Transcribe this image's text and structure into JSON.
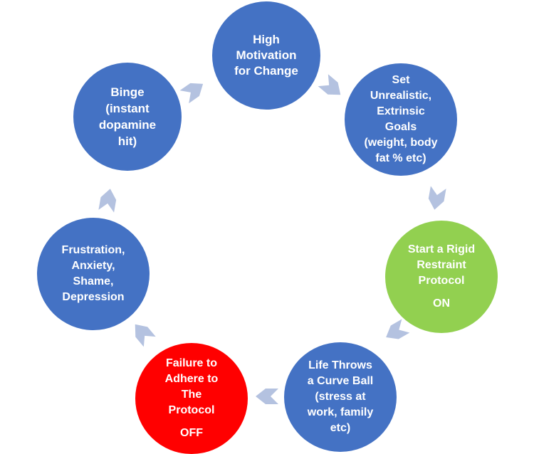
{
  "colors": {
    "blue": "#4472c4",
    "green": "#92d050",
    "red": "#ff0000",
    "arrow": "#b4c2e0",
    "text": "#ffffff"
  },
  "nodes": [
    {
      "id": "high-motivation",
      "label": "High\nMotivation\nfor Change",
      "state": "",
      "color": "blue"
    },
    {
      "id": "set-goals",
      "label": "Set\nUnrealistic,\nExtrinsic\nGoals\n(weight, body\nfat % etc)",
      "state": "",
      "color": "blue"
    },
    {
      "id": "start-protocol",
      "label": "Start a Rigid\nRestraint\nProtocol",
      "state": "ON",
      "color": "green"
    },
    {
      "id": "curve-ball",
      "label": "Life Throws\na Curve Ball\n(stress at\nwork, family\netc)",
      "state": "",
      "color": "blue"
    },
    {
      "id": "failure",
      "label": "Failure to\nAdhere to\nThe\nProtocol",
      "state": "OFF",
      "color": "red"
    },
    {
      "id": "frustration",
      "label": "Frustration,\nAnxiety,\nShame,\nDepression",
      "state": "",
      "color": "blue"
    },
    {
      "id": "binge",
      "label": "Binge\n(instant\ndopamine\nhit)",
      "state": "",
      "color": "blue"
    }
  ],
  "arrow_icon": "chevron-arrow-icon"
}
